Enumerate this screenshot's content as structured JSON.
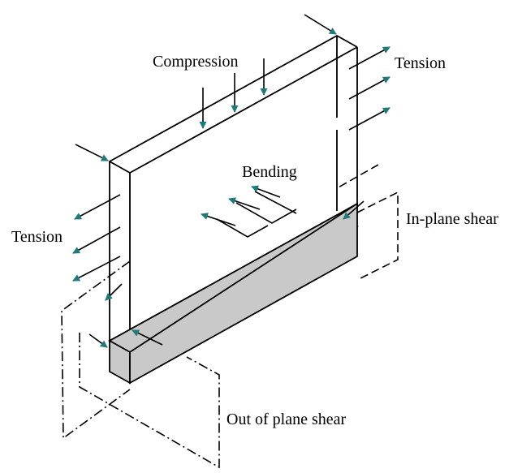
{
  "labels": {
    "compression": "Compression",
    "tension_right": "Tension",
    "tension_left": "Tension",
    "bending": "Bending",
    "in_plane_shear": "In-plane shear",
    "out_of_plane_shear": "Out of plane shear"
  },
  "colors": {
    "arrow": "#1f7a7a",
    "line": "#000000",
    "base_fill": "#c9c9c9"
  }
}
